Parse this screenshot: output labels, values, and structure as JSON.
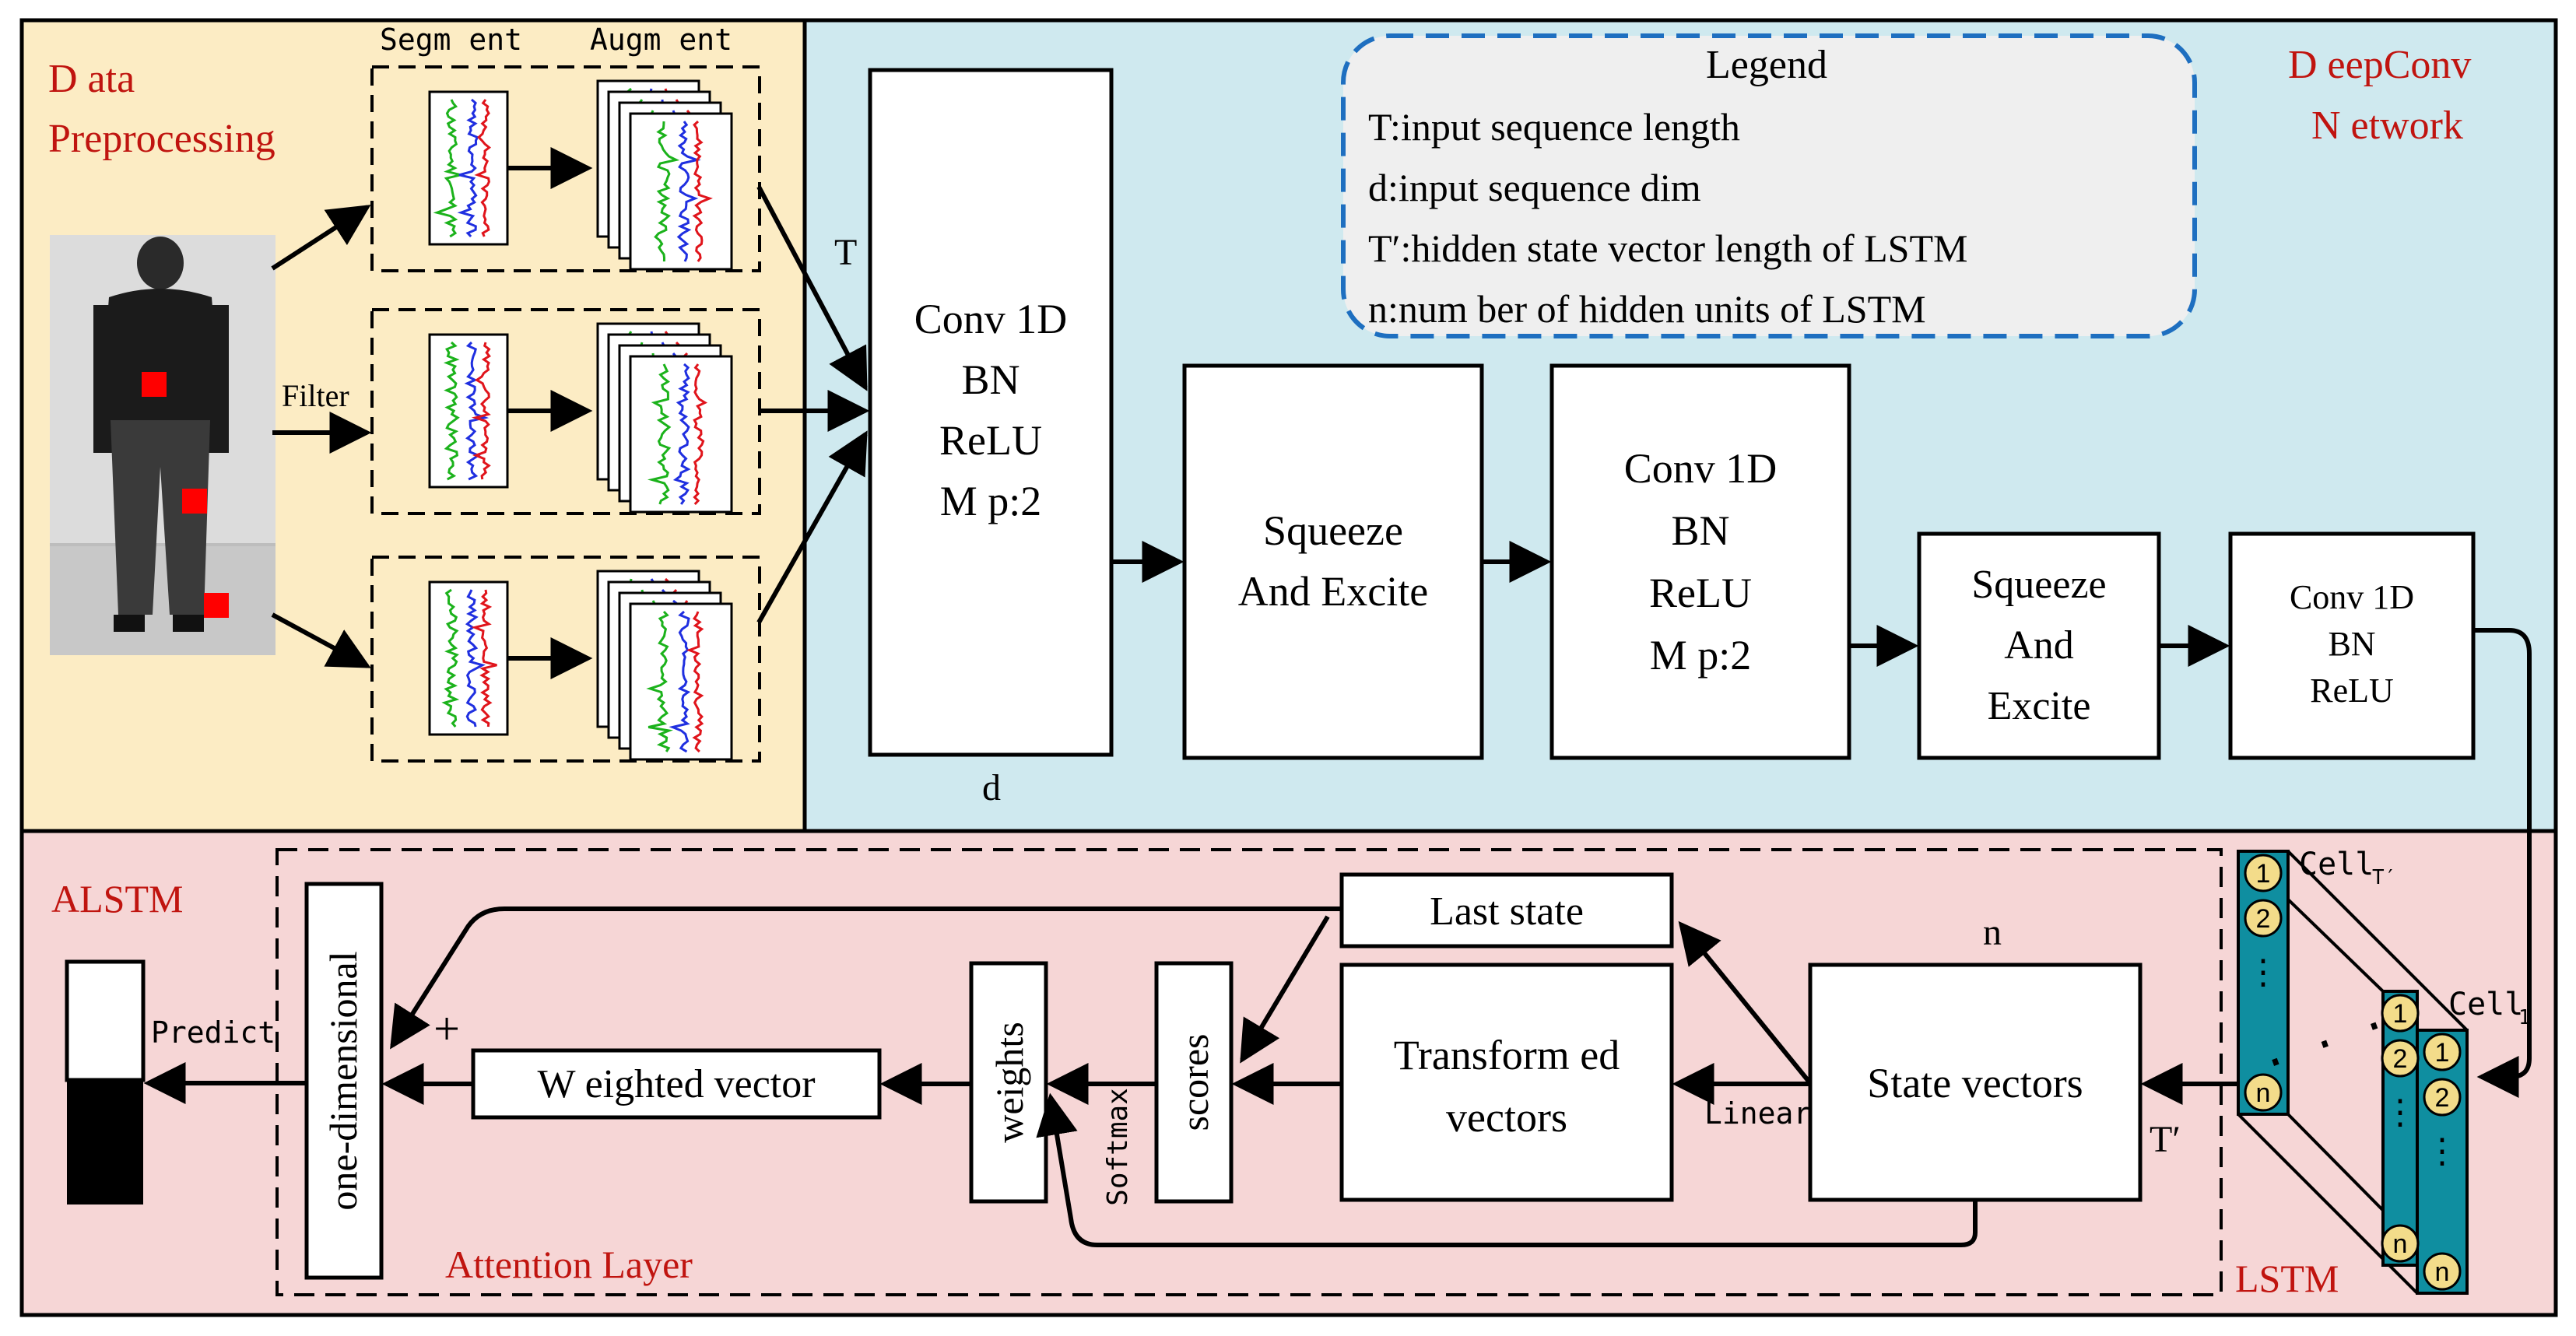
{
  "sections": {
    "preprocessing": {
      "title_line1": "D ata",
      "title_line2": "Preprocessing",
      "color": "#c0140f"
    },
    "deepconv": {
      "title_line1": "D eepConv",
      "title_line2": "N etwork",
      "color": "#c0140f"
    },
    "alstm": {
      "title": "ALSTM",
      "attention_label": "Attention Layer",
      "lstm_label": "LSTM",
      "color": "#c0140f"
    }
  },
  "preprocessing": {
    "segment_label": "Segm ent",
    "augment_label": "Augm ent",
    "filter_label": "Filter"
  },
  "legend": {
    "title": "Legend",
    "items": [
      "T:input sequence length",
      "d:input sequence dim",
      "T′:hidden state vector length of LSTM",
      "n:num ber of hidden units of LSTM"
    ]
  },
  "deepconv": {
    "dim_T": "T",
    "dim_d": "d",
    "block1": [
      "Conv 1D",
      "BN",
      "ReLU",
      "M p:2"
    ],
    "se1": [
      "Squeeze",
      "And Excite"
    ],
    "block2": [
      "Conv 1D",
      "BN",
      "ReLU",
      "M p:2"
    ],
    "se2": [
      "Squeeze",
      "And",
      "Excite"
    ],
    "block3": [
      "Conv 1D",
      "BN",
      "ReLU"
    ]
  },
  "alstm": {
    "last_state": "Last state",
    "transformed": [
      "Transform ed",
      "vectors"
    ],
    "state_vectors": "State vectors",
    "scores": "scores",
    "weights": "weights",
    "weighted_vector": "W eighted vector",
    "one_dimensional": "one-dimensional",
    "predict": "Predict",
    "plus": "+",
    "softmax": "Softmax",
    "linear": "Linear",
    "dim_n": "n",
    "dim_Tprime": "T′",
    "cell_top": "Cell",
    "cell_top_sub": "T′",
    "cell_bottom": "Cell",
    "cell_bottom_sub": "1",
    "lstm_cells": [
      "1",
      "2",
      "n"
    ]
  }
}
